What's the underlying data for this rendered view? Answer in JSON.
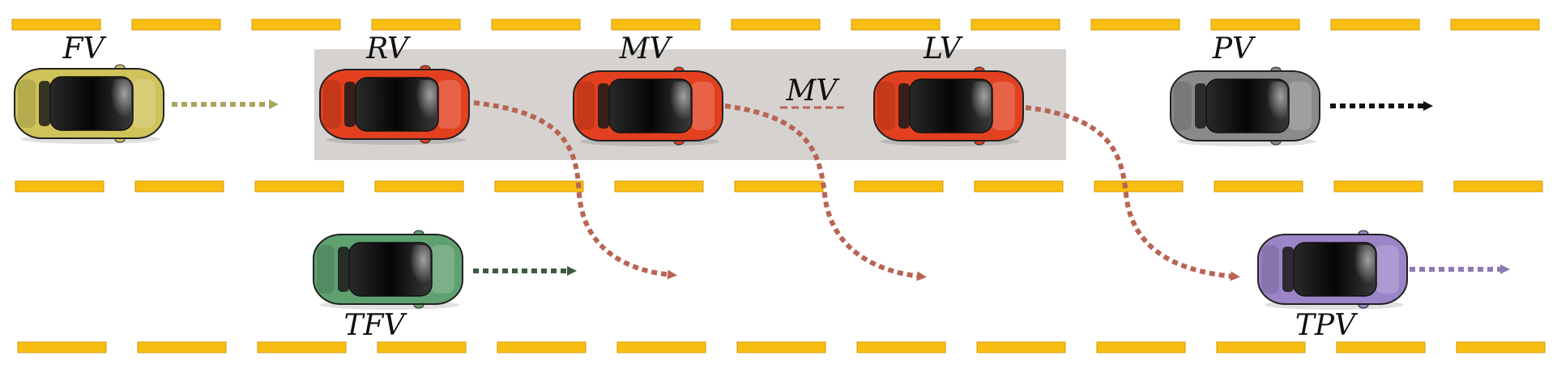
{
  "colors": {
    "lane_marking": "#F8BE12",
    "lane_marking_edge": "#D49A00",
    "platoon_box": "#D6D2D0",
    "fv": "#CFC35A",
    "rv": "#E2401E",
    "mv": "#E2401E",
    "lv": "#E2401E",
    "pv": "#8A8A8A",
    "tfv": "#5FA070",
    "tpv": "#9C84C8",
    "arrow_fv": "#A9A45E",
    "arrow_pv": "#111111",
    "arrow_tfv": "#3D5A40",
    "arrow_tpv": "#8C7AB0",
    "arrow_lane_change": "#B86454"
  },
  "vehicles": [
    {
      "id": "fv",
      "label": "FV",
      "color_key": "fv"
    },
    {
      "id": "rv",
      "label": "RV",
      "color_key": "rv"
    },
    {
      "id": "mv",
      "label": "MV",
      "color_key": "mv"
    },
    {
      "id": "lv",
      "label": "LV",
      "color_key": "lv"
    },
    {
      "id": "pv",
      "label": "PV",
      "color_key": "pv"
    },
    {
      "id": "tfv",
      "label": "TFV",
      "color_key": "tfv"
    },
    {
      "id": "tpv",
      "label": "TPV",
      "color_key": "tpv"
    }
  ],
  "legend": {
    "label": "MV",
    "line_style": "dashed"
  }
}
